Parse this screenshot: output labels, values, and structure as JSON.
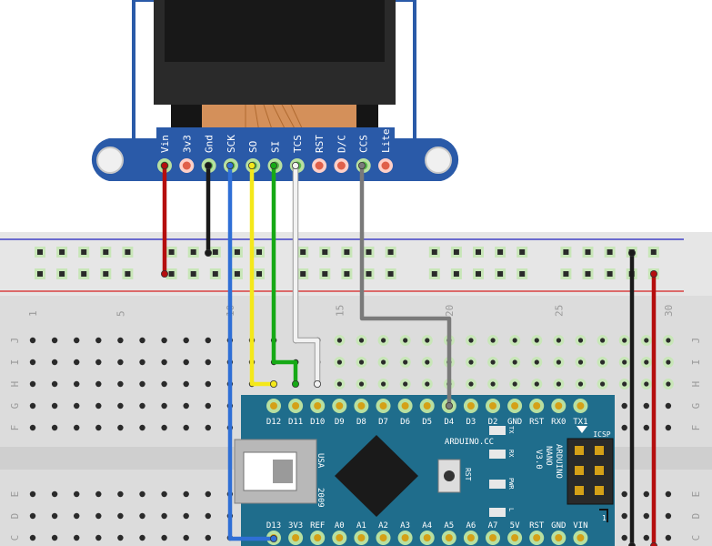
{
  "display": {
    "pins": [
      "Vin",
      "3v3",
      "Gnd",
      "SCK",
      "SO",
      "SI",
      "TCS",
      "RST",
      "D/C",
      "CCS",
      "Lite"
    ]
  },
  "breadboard": {
    "column_numbers": [
      "1",
      "5",
      "10",
      "15",
      "20",
      "25",
      "30"
    ],
    "row_letters_top": [
      "J",
      "I",
      "H",
      "G",
      "F"
    ],
    "row_letters_bottom": [
      "E",
      "D",
      "C"
    ]
  },
  "nano": {
    "top_pins": [
      "D12",
      "D11",
      "D10",
      "D9",
      "D8",
      "D7",
      "D6",
      "D5",
      "D4",
      "D3",
      "D2",
      "GND",
      "RST",
      "RX0",
      "TX1"
    ],
    "bottom_pins": [
      "D13",
      "3V3",
      "REF",
      "A0",
      "A1",
      "A2",
      "A3",
      "A4",
      "A5",
      "A6",
      "A7",
      "5V",
      "RST",
      "GND",
      "VIN"
    ],
    "brand_label": "ARDUINO.CC",
    "usa_label": "USA",
    "year_label": "2009",
    "rst_label": "RST",
    "model_lines": [
      "ARDUINO",
      "NANO",
      "V3.0"
    ],
    "icsp_label": "ICSP",
    "led_labels": [
      "TX",
      "RX",
      "PWR",
      "L"
    ],
    "pin_one_mark": "1"
  },
  "wires": [
    {
      "name": "vin-wire",
      "color": "#b50e0e"
    },
    {
      "name": "gnd-wire",
      "color": "#1a1a1a"
    },
    {
      "name": "sck-wire",
      "color": "#2f6fd6"
    },
    {
      "name": "so-wire",
      "color": "#f4e81a"
    },
    {
      "name": "si-wire",
      "color": "#16a916"
    },
    {
      "name": "tcs-wire",
      "color": "#f2f2f2"
    },
    {
      "name": "ccs-wire",
      "color": "#7a7a7a"
    },
    {
      "name": "power-gnd-wire",
      "color": "#1a1a1a"
    },
    {
      "name": "power-vcc-wire",
      "color": "#b50e0e"
    }
  ],
  "colors": {
    "breakout_blue": "#2a5aa8",
    "nano_teal": "#1f6d8c",
    "rail_red": "#d62020",
    "rail_blue": "#2020c0"
  }
}
